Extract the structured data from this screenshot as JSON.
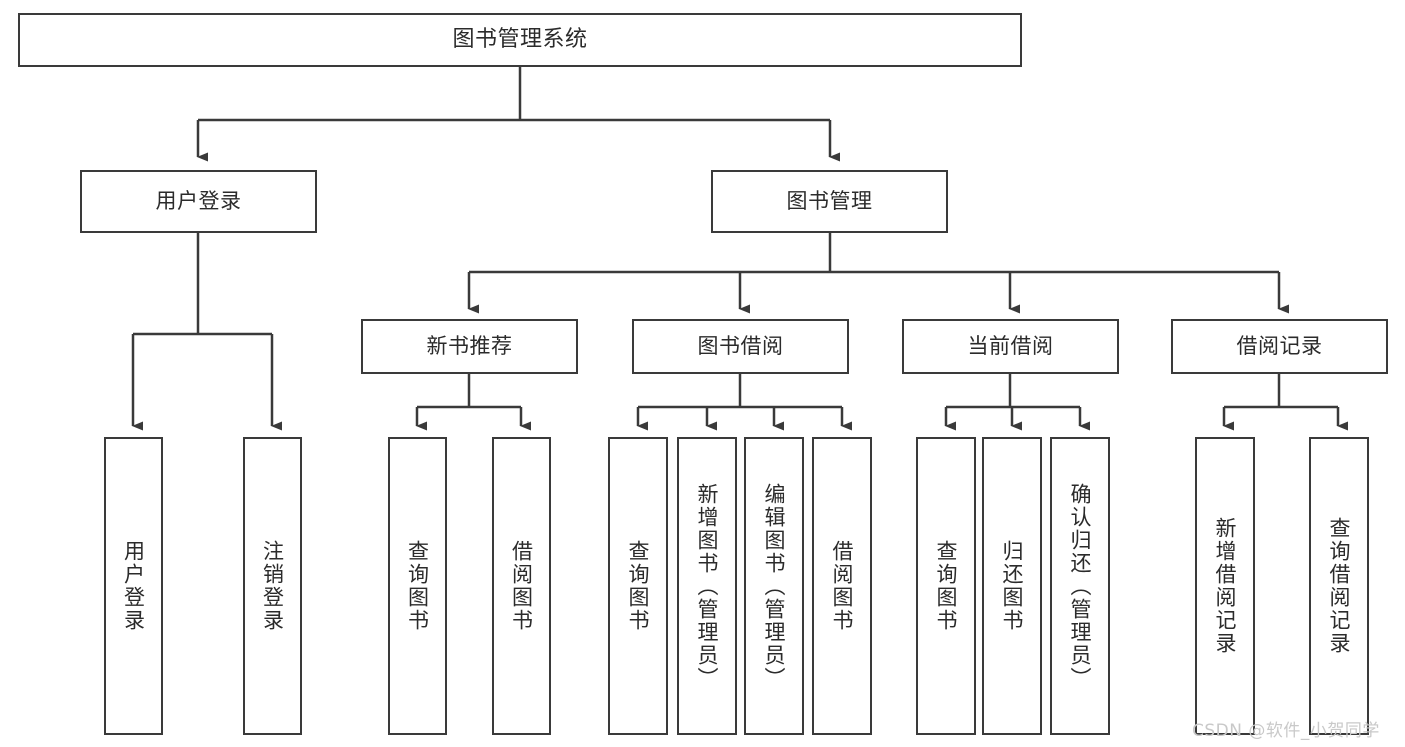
{
  "diagram": {
    "title": "图书管理系统",
    "type": "hierarchy-tree",
    "watermark": "CSDN @软件_小贺同学",
    "colors": {
      "line": "#3a3a3a",
      "box_border": "#3a3a3a",
      "box_fill": "#ffffff",
      "text": "#2b2b2b",
      "watermark": "#c9c9c9",
      "background": "#ffffff"
    },
    "root": {
      "label": "图书管理系统"
    },
    "level2": [
      {
        "label": "用户登录"
      },
      {
        "label": "图书管理"
      }
    ],
    "level3": [
      {
        "label": "新书推荐"
      },
      {
        "label": "图书借阅"
      },
      {
        "label": "当前借阅"
      },
      {
        "label": "借阅记录"
      }
    ],
    "leaves": {
      "user_login": [
        {
          "label": "用户登录"
        },
        {
          "label": "注销登录"
        }
      ],
      "new_book_recommend": [
        {
          "label": "查询图书"
        },
        {
          "label": "借阅图书"
        }
      ],
      "book_borrow": [
        {
          "label": "查询图书"
        },
        {
          "label": "新增图书（管理员）"
        },
        {
          "label": "编辑图书（管理员）"
        },
        {
          "label": "借阅图书"
        }
      ],
      "current_borrow": [
        {
          "label": "查询图书"
        },
        {
          "label": "归还图书"
        },
        {
          "label": "确认归还（管理员）"
        }
      ],
      "borrow_record": [
        {
          "label": "新增借阅记录"
        },
        {
          "label": "查询借阅记录"
        }
      ]
    }
  }
}
